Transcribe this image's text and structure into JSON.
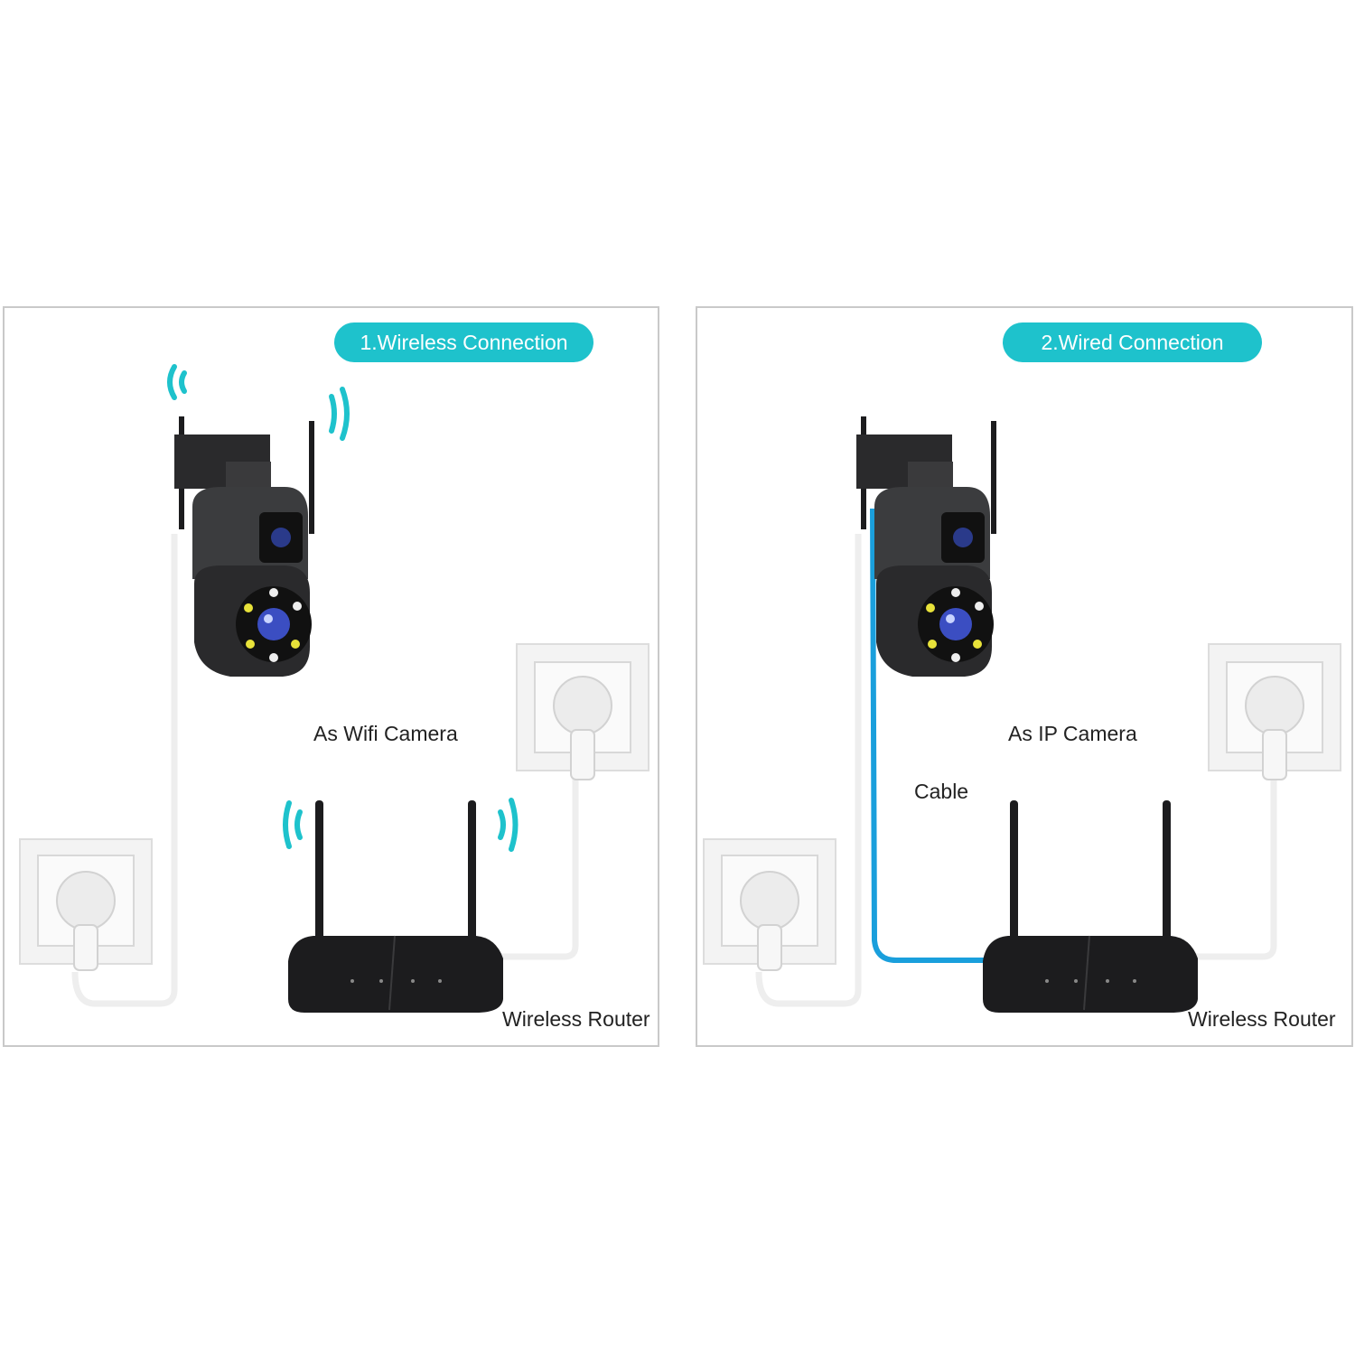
{
  "colors": {
    "accent": "#1ec2cc",
    "cable": "#1a9fdc",
    "device": "#1c1c1e",
    "outlet": "#f1f1f1"
  },
  "panels": [
    {
      "title": "1.Wireless Connection",
      "camera_label": "As Wifi Camera",
      "router_label": "Wireless Router",
      "icons": [
        "wifi-signal-icon",
        "security-camera-icon",
        "wall-outlet-icon",
        "router-icon"
      ]
    },
    {
      "title": "2.Wired Connection",
      "camera_label": "As IP Camera",
      "cable_label": "Cable",
      "router_label": "Wireless Router",
      "icons": [
        "security-camera-icon",
        "wall-outlet-icon",
        "router-icon",
        "network-cable-icon"
      ]
    }
  ]
}
